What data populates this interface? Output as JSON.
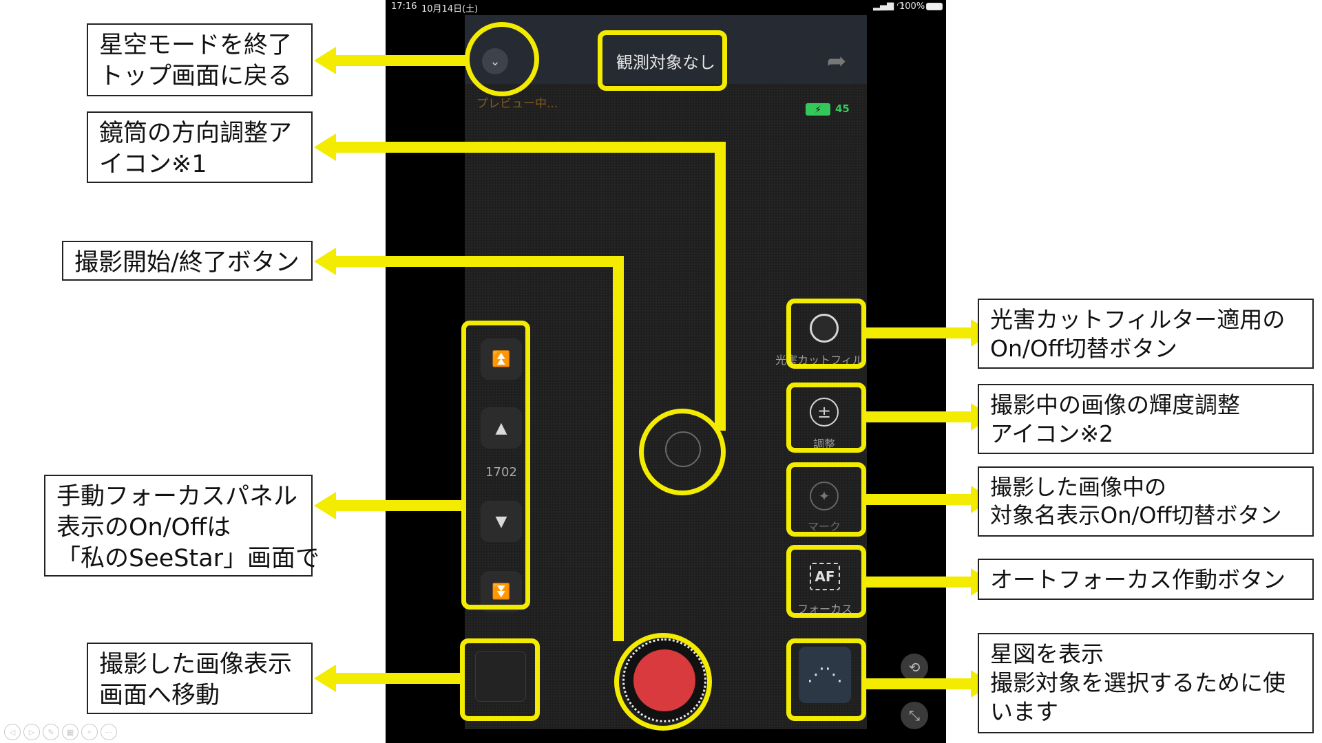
{
  "status_bar": {
    "time": "17:16",
    "date": "10月14日(土)",
    "battery_percent": "100%"
  },
  "app": {
    "target_label": "観測対象なし",
    "preview_status": "プレビュー中...",
    "scope_battery": "45",
    "focus_position": "1702",
    "buttons": {
      "lp_filter": "光害カットフィル",
      "adjust": "調整",
      "mark": "マーク",
      "af_icon": "AF",
      "focus": "フォーカス"
    }
  },
  "callouts": {
    "exit_star_mode": [
      "星空モードを終了",
      "トップ画面に戻る"
    ],
    "scope_direction": [
      "鏡筒の方向調整ア",
      "イコン※1"
    ],
    "record_button": [
      "撮影開始/終了ボタン"
    ],
    "manual_focus": [
      "手動フォーカスパネル",
      "表示のOn/Offは",
      "「私のSeeStar」画面で"
    ],
    "gallery": [
      "撮影した画像表示",
      "画面へ移動"
    ],
    "lp_filter": [
      "光害カットフィルター適用の",
      "On/Off切替ボタン"
    ],
    "brightness": [
      "撮影中の画像の輝度調整",
      "アイコン※2"
    ],
    "object_names": [
      "撮影した画像中の",
      "対象名表示On/Off切替ボタン"
    ],
    "autofocus": [
      "オートフォーカス作動ボタン"
    ],
    "star_chart": [
      "星図を表示",
      "撮影対象を選択するために使",
      "います"
    ]
  },
  "colors": {
    "highlight": "#f3ec00",
    "record_red": "#d83a3e",
    "battery_green": "#34c759",
    "preview_orange": "#c98a1e"
  }
}
